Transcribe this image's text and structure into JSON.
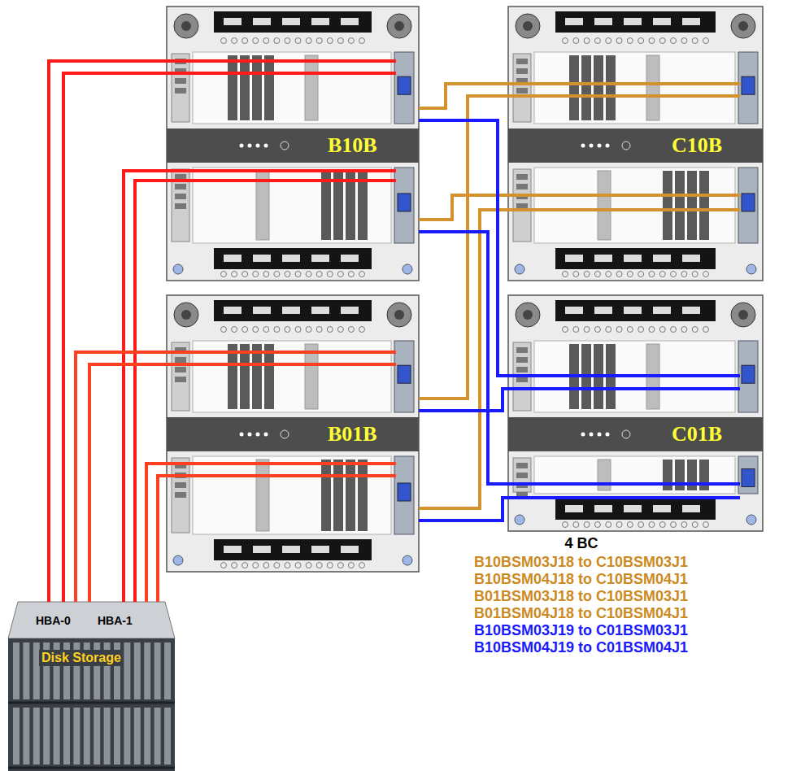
{
  "diagram": {
    "nodes": [
      {
        "text": [
          "B10B"
        ]
      },
      {
        "text": [
          "C10B"
        ]
      },
      {
        "text": [
          "B01B"
        ]
      },
      {
        "text": [
          "C01B"
        ]
      },
      {
        "text": [
          "HBA-0",
          "HBA-1",
          "Disk Storage"
        ]
      }
    ],
    "edges": [
      {
        "from": 0,
        "to": 4,
        "arrow": "none"
      },
      {
        "from": 0,
        "to": 4,
        "arrow": "none"
      },
      {
        "from": 0,
        "to": 4,
        "arrow": "none"
      },
      {
        "from": 0,
        "to": 4,
        "arrow": "none"
      },
      {
        "from": 2,
        "to": 4,
        "arrow": "none"
      },
      {
        "from": 2,
        "to": 4,
        "arrow": "none"
      },
      {
        "from": 2,
        "to": 4,
        "arrow": "none"
      },
      {
        "from": 2,
        "to": 4,
        "arrow": "none"
      },
      {
        "from": 0,
        "to": 1,
        "arrow": "none"
      },
      {
        "from": 0,
        "to": 1,
        "arrow": "none"
      },
      {
        "from": 2,
        "to": 1,
        "arrow": "none"
      },
      {
        "from": 2,
        "to": 1,
        "arrow": "none"
      },
      {
        "from": 0,
        "to": 3,
        "arrow": "none"
      },
      {
        "from": 0,
        "to": 3,
        "arrow": "none"
      },
      {
        "from": 2,
        "to": 3,
        "arrow": "none"
      },
      {
        "from": 2,
        "to": 3,
        "arrow": "none"
      }
    ],
    "labels": [
      "4 BC",
      "B10BSM03J18 to C10BSM03J1",
      "B10BSM04J18 to C10BSM04J1",
      "B01BSM03J18 to C10BSM03J1",
      "B01BSM04J18 to C10BSM04J1",
      "B10BSM03J19 to C01BSM03J1",
      "B10BSM04J19 to C01BSM04J1"
    ]
  }
}
